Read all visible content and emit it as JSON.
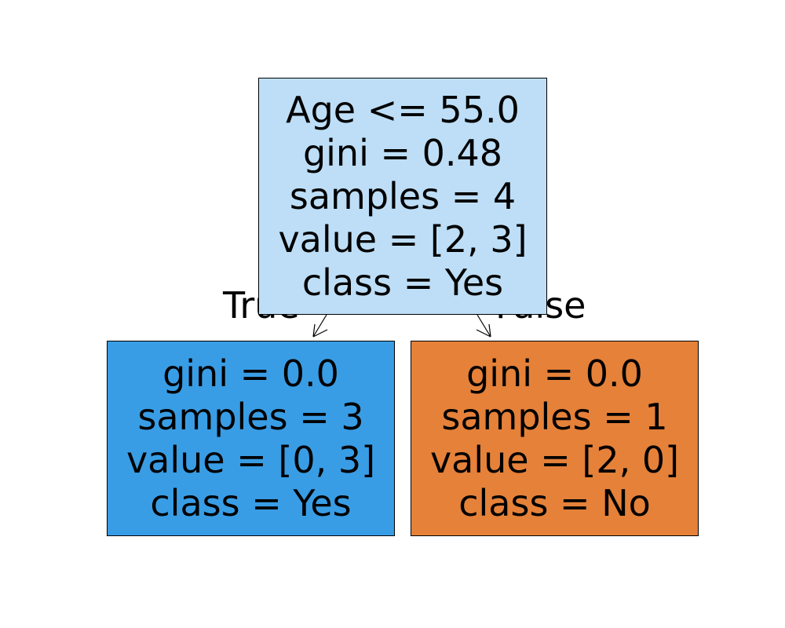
{
  "tree": {
    "root": {
      "lines": [
        "Age <= 55.0",
        "gini = 0.48",
        "samples = 4",
        "value = [2, 3]",
        "class = Yes"
      ],
      "fill": "#bddef6"
    },
    "left": {
      "lines": [
        "gini = 0.0",
        "samples = 3",
        "value = [0, 3]",
        "class = Yes"
      ],
      "fill": "#399de5"
    },
    "right": {
      "lines": [
        "gini = 0.0",
        "samples = 1",
        "value = [2, 0]",
        "class = No"
      ],
      "fill": "#e58139"
    },
    "edge_labels": {
      "true": "True",
      "false": "False"
    }
  }
}
